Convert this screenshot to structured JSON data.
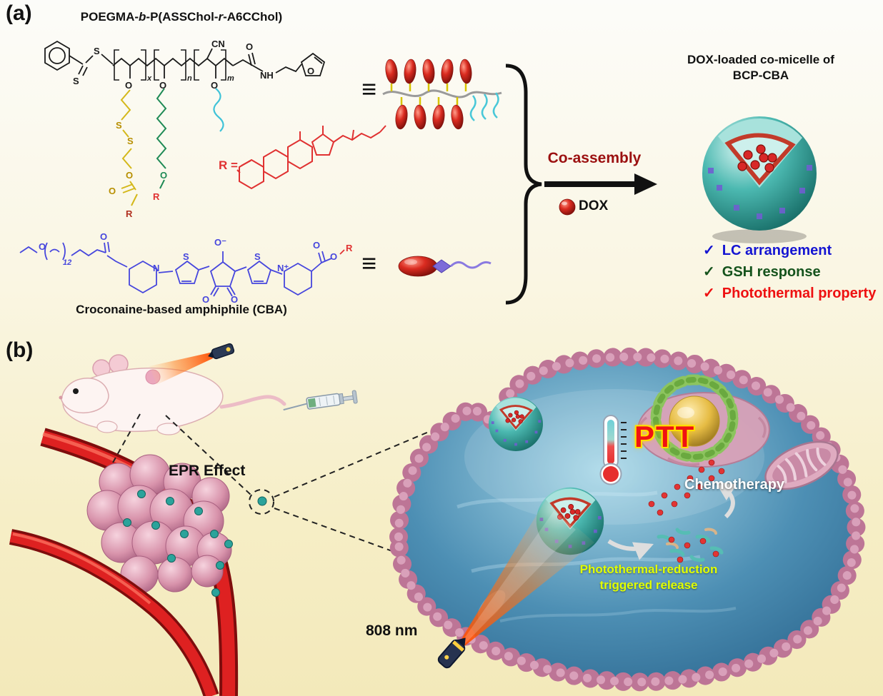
{
  "figure": {
    "panel_a": {
      "label": "(a)",
      "polymer_title": {
        "seg1": "POEGMA-",
        "seg2": "b",
        "seg3": "-P(ASSChol-",
        "seg4": "r",
        "seg5": "-A6CChol)"
      },
      "equivalence_symbol": "≡",
      "co_assembly_label": "Co-assembly",
      "dox_label": "DOX",
      "micelle_title_line1": "DOX-loaded co-micelle of",
      "micelle_title_line2": "BCP-CBA",
      "features": [
        {
          "check": "✓",
          "label": "LC arrangement",
          "color": "#1414d2"
        },
        {
          "check": "✓",
          "label": "GSH response",
          "color": "#15531c"
        },
        {
          "check": "✓",
          "label": "Photothermal property",
          "color": "#ee1111"
        }
      ],
      "cba_title": "Croconaine-based amphiphile (CBA)",
      "atoms": {
        "s": "S",
        "o": "O",
        "n": "N",
        "nh": "NH",
        "cn": "CN",
        "o_minus": "O⁻",
        "n_plus": "N⁺",
        "r": "R",
        "r_equals": "R =",
        "sub_x": "x",
        "sub_n": "n",
        "sub_m": "m",
        "sub_12": "12"
      }
    },
    "panel_b": {
      "label": "(b)",
      "epr_label": "EPR Effect",
      "ptt_label": "PTT",
      "chemotherapy_label": "Chemotherapy",
      "release_label_line1": "Photothermal-reduction",
      "release_label_line2": "triggered release",
      "laser_label": "808 nm"
    },
    "colors": {
      "co_assembly_text": "#9b1010",
      "lc_blue": "#1414d2",
      "gsh_green": "#15531c",
      "photothermal_red": "#ee1111",
      "release_yellow": "#e1ff00",
      "micelle_teal": "#35a09a",
      "dox_red": "#d21f1f",
      "membrane_pink": "#bd7596",
      "vessel_red": "#de2121",
      "cell_blue": "#4d8fb4"
    }
  }
}
